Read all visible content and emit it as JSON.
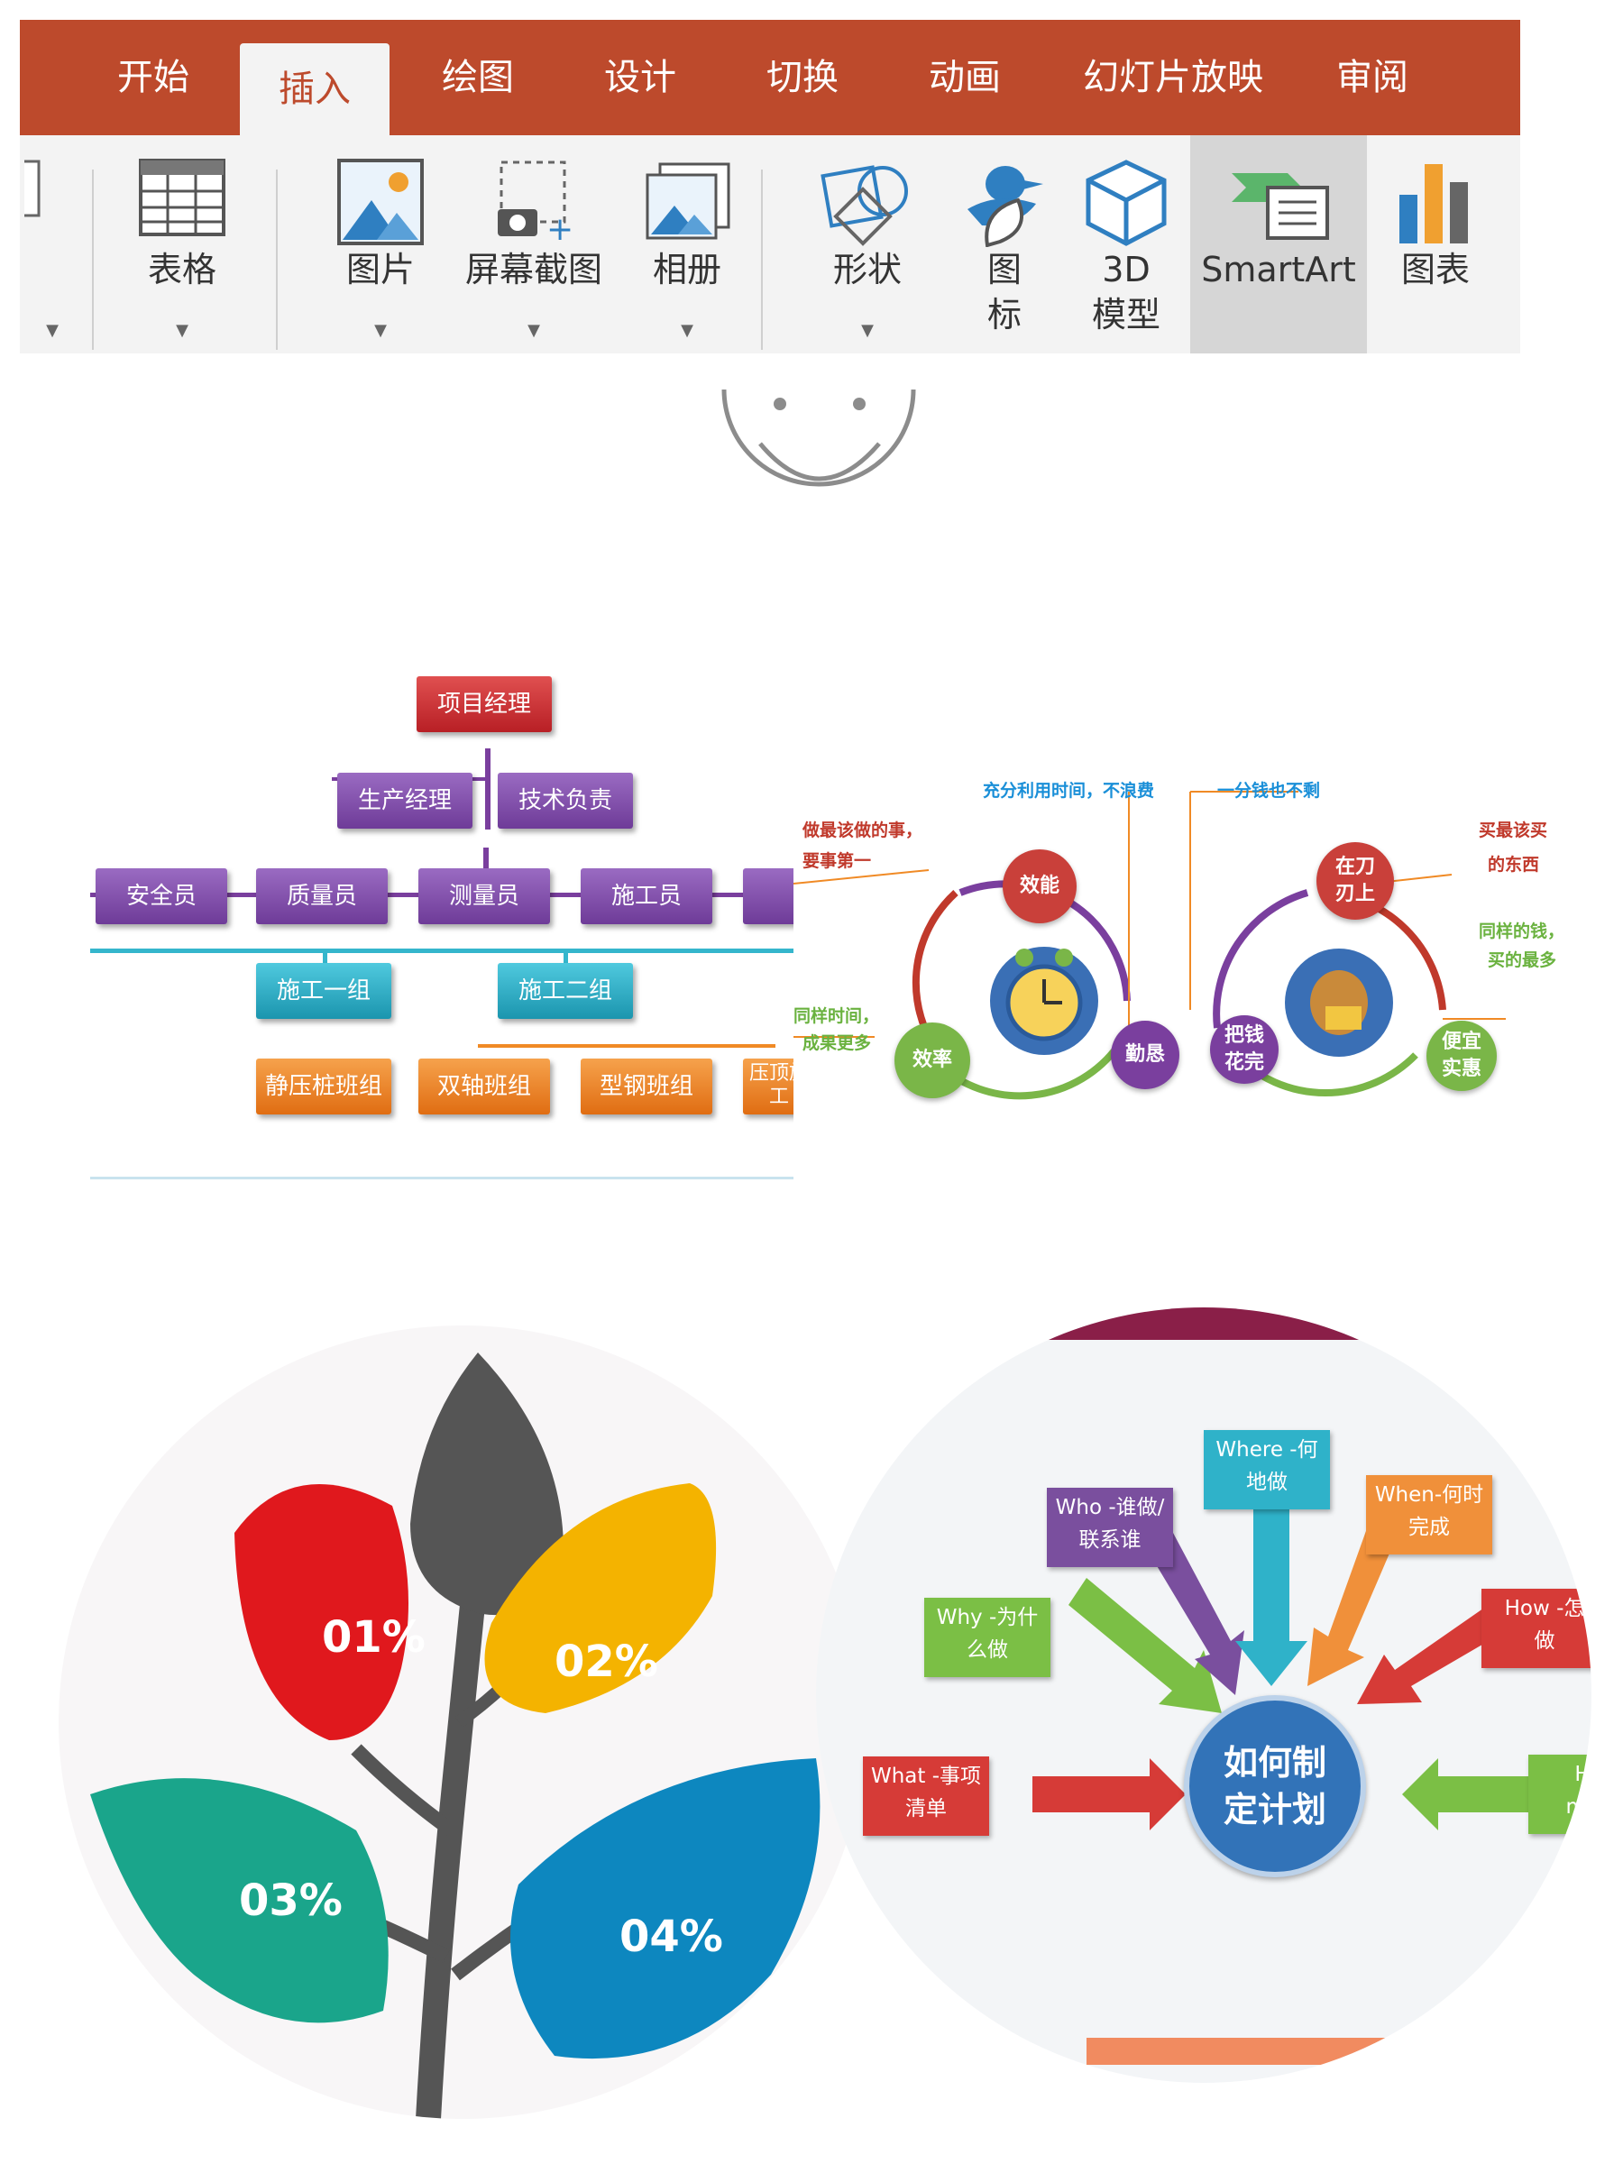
{
  "ribbon": {
    "tabs": [
      {
        "label": "开始",
        "active": false
      },
      {
        "label": "插入",
        "active": true
      },
      {
        "label": "绘图",
        "active": false
      },
      {
        "label": "设计",
        "active": false
      },
      {
        "label": "切换",
        "active": false
      },
      {
        "label": "动画",
        "active": false
      },
      {
        "label": "幻灯片放映",
        "active": false
      },
      {
        "label": "审阅",
        "active": false
      }
    ],
    "tools": {
      "table": "表格",
      "picture": "图片",
      "screenshot": "屏幕截图",
      "album": "相册",
      "shape": "形状",
      "icon_line1": "图",
      "icon_line2": "标",
      "model_line1": "3D",
      "model_line2": "模型",
      "smartart": "SmartArt",
      "chart": "图表"
    },
    "colors": {
      "tab_bar": "#bd4a2c",
      "toolbar": "#f3f3f3",
      "selected_tool": "#d6d6d6"
    }
  },
  "orgchart": {
    "root": "项目经理",
    "level2": [
      "生产经理",
      "技术负责"
    ],
    "level3": [
      "安全员",
      "质量员",
      "测量员",
      "施工员"
    ],
    "level4": [
      "施工一组",
      "施工二组"
    ],
    "level5": [
      "静压桩班组",
      "双轴班组",
      "型钢班组",
      "压顶施工"
    ]
  },
  "cycle_left": {
    "top_note": "充分利用时间，不浪费",
    "left_note_1": "做最该做的事，",
    "left_note_2": "要事第一",
    "bottom_note_1": "同样时间，",
    "bottom_note_2": "成果更多",
    "nodes": [
      "效能",
      "效率",
      "勤恳"
    ]
  },
  "cycle_right": {
    "top_note": "一分钱也不剩",
    "right_note_1": "买最该买",
    "right_note_2": "的东西",
    "mid_note_1": "同样的钱，",
    "mid_note_2": "买的最多",
    "node_top_1": "在刀",
    "node_top_2": "刃上",
    "node_left_1": "把钱",
    "node_left_2": "花完",
    "node_right_1": "便宜",
    "node_right_2": "实惠"
  },
  "leaf": {
    "leaves": [
      {
        "label": "01%",
        "color": "#e0181d"
      },
      {
        "label": "02%",
        "color": "#f4b300"
      },
      {
        "label": "03%",
        "color": "#1aa58b"
      },
      {
        "label": "04%",
        "color": "#0d87bf"
      }
    ]
  },
  "plan": {
    "center_line1": "如何制",
    "center_line2": "定计划",
    "boxes": [
      {
        "line1": "What -事项",
        "line2": "清单",
        "color": "#d63b37"
      },
      {
        "line1": "Why -为什",
        "line2": "么做",
        "color": "#7bbf45"
      },
      {
        "line1": "Who -谁做/",
        "line2": "联系谁",
        "color": "#7a4f9e"
      },
      {
        "line1": "Where -何",
        "line2": "地做",
        "color": "#2fb2c9"
      },
      {
        "line1": "When-何时",
        "line2": "完成",
        "color": "#f0903a"
      },
      {
        "line1": "How -怎",
        "line2": "做",
        "color": "#d63b37"
      },
      {
        "line1": "H",
        "line2": "mu",
        "color": "#7bbf45"
      }
    ]
  }
}
